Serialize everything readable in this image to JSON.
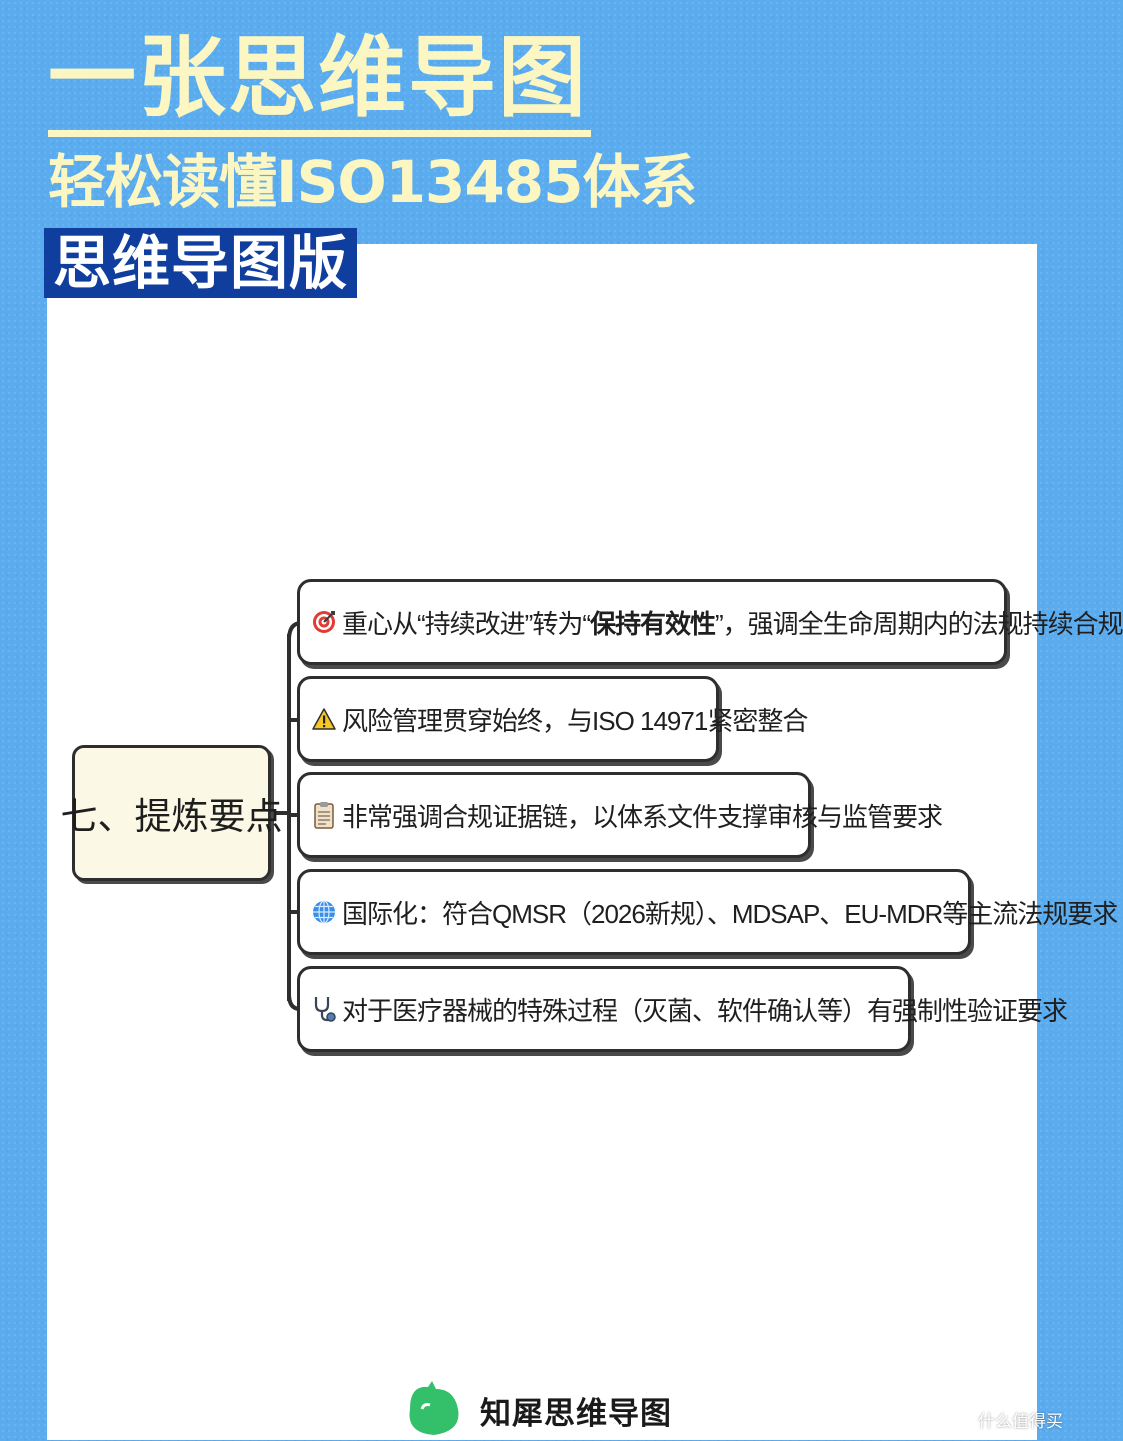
{
  "header": {
    "title": "一张思维导图",
    "subtitle": "轻松读懂ISO13485体系",
    "badge": "思维导图版"
  },
  "mindmap": {
    "root": "七、提炼要点",
    "branches": [
      {
        "icon": "target-icon",
        "text_before": "重心从“持续改进”转为“",
        "text_bold": "保持有效性",
        "text_after": "”，强调全生命周期内的法规持续合规"
      },
      {
        "icon": "warning-icon",
        "text": "风险管理贯穿始终，与ISO 14971紧密整合"
      },
      {
        "icon": "clipboard-icon",
        "text": "非常强调合规证据链，以体系文件支撑审核与监管要求"
      },
      {
        "icon": "globe-icon",
        "text": "国际化：符合QMSR（2026新规）、MDSAP、EU-MDR等主流法规要求"
      },
      {
        "icon": "stethoscope-icon",
        "text": "对于医疗器械的特殊过程（灭菌、软件确认等）有强制性验证要求"
      }
    ]
  },
  "footer": {
    "brand": "知犀思维导图"
  },
  "watermark": {
    "text": "什么值得买"
  },
  "colors": {
    "background": "#5aacef",
    "title_text": "#fbf6c2",
    "badge": "#0f3e9e",
    "root_fill": "#fcf8e6",
    "border": "#2e2e2e",
    "logo_green": "#34c06b"
  }
}
